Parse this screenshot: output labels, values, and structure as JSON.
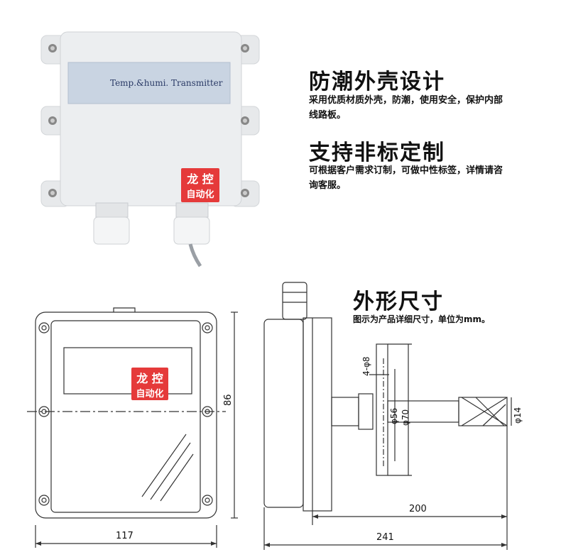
{
  "device": {
    "panel_label": "Temp.&humi. Transmitter",
    "badge_top": "龙 控",
    "badge_bottom": "自动化"
  },
  "features": [
    {
      "title": "防潮外壳设计",
      "desc_line1": "采用优质材质外壳，防潮，使用安全，保护内部",
      "desc_line2": "线路板。"
    },
    {
      "title": "支持非标定制",
      "desc_line1": "可根据客户需求订制，可做中性标签，详情请咨",
      "desc_line2": "询客服。"
    }
  ],
  "dimensions": {
    "title": "外形尺寸",
    "desc": "图示为产品详细尺寸，单位为mm。",
    "front_width": "117",
    "front_height": "86",
    "side_total": "241",
    "probe_length": "200",
    "hole_spec": "4-φ8",
    "diam_56": "φ56",
    "diam_70": "φ70",
    "diam_14": "φ14"
  },
  "colors": {
    "badge": "#e53a3a",
    "device_body": "#eceef0",
    "panel": "#c9d4e2"
  }
}
